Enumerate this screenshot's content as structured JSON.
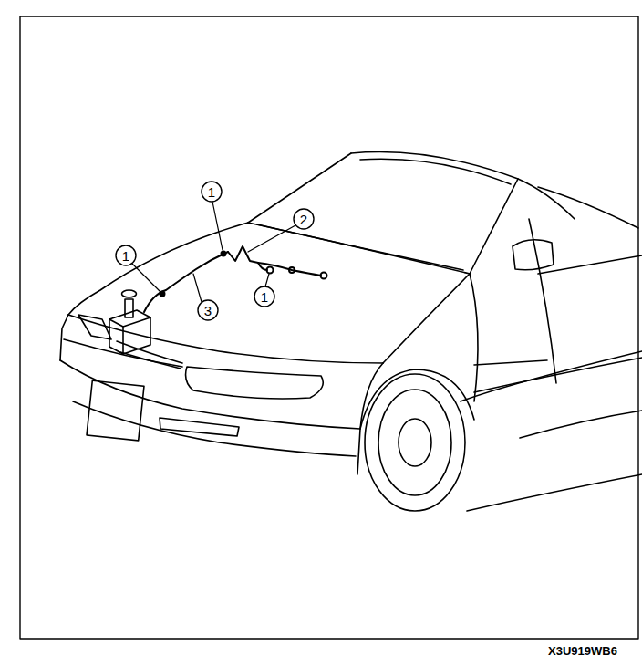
{
  "diagram": {
    "labels": [
      "1",
      "2",
      "1",
      "1",
      "3",
      "X3U919WB6"
    ]
  }
}
